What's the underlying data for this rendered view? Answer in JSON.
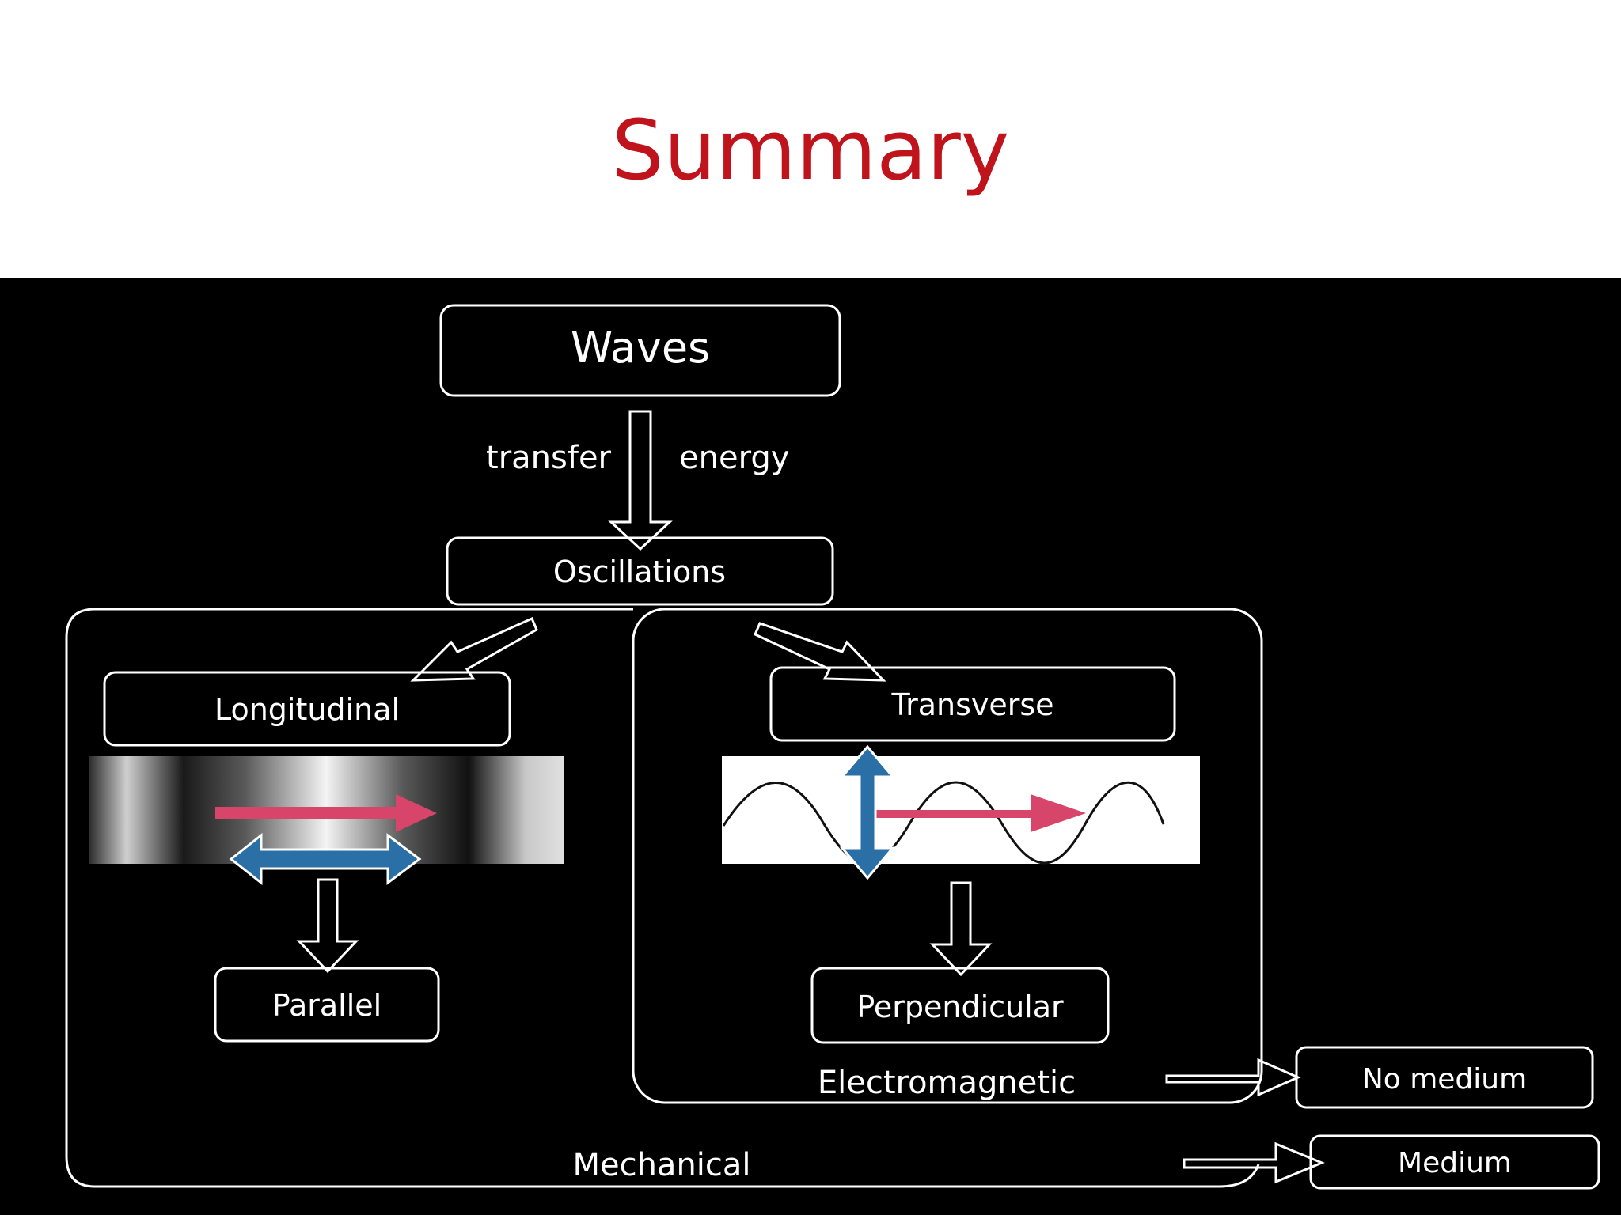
{
  "slide": {
    "title": "Summary"
  },
  "diagram": {
    "nodes": {
      "waves": "Waves",
      "oscillations": "Oscillations",
      "longitudinal": "Longitudinal",
      "transverse": "Transverse",
      "parallel": "Parallel",
      "perpendicular": "Perpendicular",
      "no_medium": "No medium",
      "medium": "Medium"
    },
    "edge_labels": {
      "transfer": "transfer",
      "energy": "energy"
    },
    "group_labels": {
      "electromagnetic": "Electromagnetic",
      "mechanical": "Mechanical"
    },
    "colors": {
      "background": "#000000",
      "stroke": "#ffffff",
      "motion_arrow": "#d7456a",
      "oscillation_arrow": "#2a6fa6",
      "title": "#c0141c"
    }
  }
}
